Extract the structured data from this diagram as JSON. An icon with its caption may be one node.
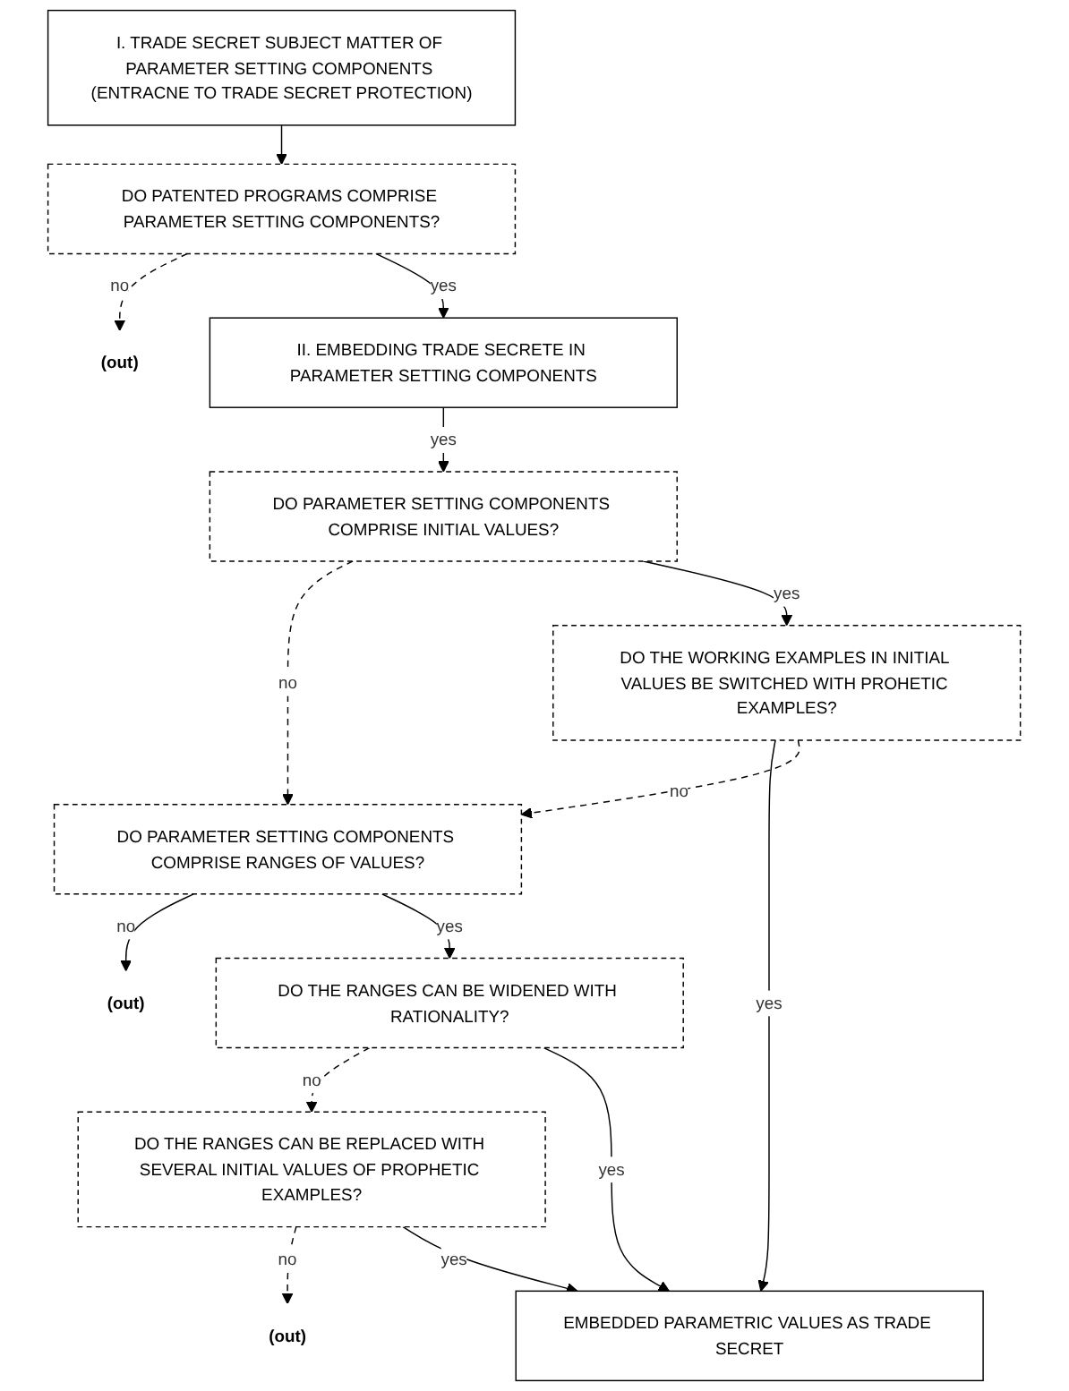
{
  "diagram": {
    "nodes": [
      {
        "text": [
          "I. TRADE SECRET SUBJECT MATTER OF PARAMETER SETTING COMPONENTS (ENTRACNE TO TRADE SECRET PROTECTION)"
        ]
      },
      {
        "text": [
          "DO PATENTED PROGRAMS COMPRISE PARAMETER SETTING COMPONENTS?"
        ]
      },
      {
        "text": [
          "(out)"
        ]
      },
      {
        "text": [
          "II. EMBEDDING TRADE SECRETE IN PARAMETER SETTING COMPONENTS"
        ]
      },
      {
        "text": [
          "DO PARAMETER SETTING COMPONENTS COMPRISE INITIAL VALUES?"
        ]
      },
      {
        "text": [
          "DO THE WORKING EXAMPLES IN INITIAL VALUES BE SWITCHED WITH PROHETIC EXAMPLES?"
        ]
      },
      {
        "text": [
          "DO PARAMETER SETTING COMPONENTS COMPRISE RANGES OF VALUES?"
        ]
      },
      {
        "text": [
          "(out)"
        ]
      },
      {
        "text": [
          "DO THE RANGES CAN BE WIDENED WITH RATIONALITY?"
        ]
      },
      {
        "text": [
          "DO THE RANGES CAN BE REPLACED WITH SEVERAL INITIAL VALUES OF PROPHETIC EXAMPLES?"
        ]
      },
      {
        "text": [
          "(out)"
        ]
      },
      {
        "text": [
          "EMBEDDED PARAMETRIC VALUES AS TRADE SECRET"
        ]
      }
    ],
    "edges": [
      {
        "from": 0,
        "to": 1,
        "arrow": "to"
      },
      {
        "from": 1,
        "to": 2,
        "arrow": "to",
        "label": "no",
        "style": "dashed"
      },
      {
        "from": 1,
        "to": 3,
        "arrow": "to",
        "label": "yes"
      },
      {
        "from": 3,
        "to": 4,
        "arrow": "to",
        "label": "yes"
      },
      {
        "from": 4,
        "to": 6,
        "arrow": "to",
        "label": "no",
        "style": "dashed"
      },
      {
        "from": 4,
        "to": 5,
        "arrow": "to",
        "label": "yes"
      },
      {
        "from": 5,
        "to": 11,
        "arrow": "to",
        "label": "yes"
      },
      {
        "from": 5,
        "to": 6,
        "arrow": "to",
        "label": "no",
        "style": "dashed"
      },
      {
        "from": 6,
        "to": 7,
        "arrow": "to",
        "label": "no"
      },
      {
        "from": 6,
        "to": 8,
        "arrow": "to",
        "label": "yes"
      },
      {
        "from": 8,
        "to": 9,
        "arrow": "to",
        "label": "no",
        "style": "dashed"
      },
      {
        "from": 8,
        "to": 11,
        "arrow": "to",
        "label": "yes"
      },
      {
        "from": 9,
        "to": 10,
        "arrow": "to",
        "label": "no",
        "style": "dashed"
      },
      {
        "from": 9,
        "to": 11,
        "arrow": "to",
        "label": "yes"
      }
    ]
  }
}
